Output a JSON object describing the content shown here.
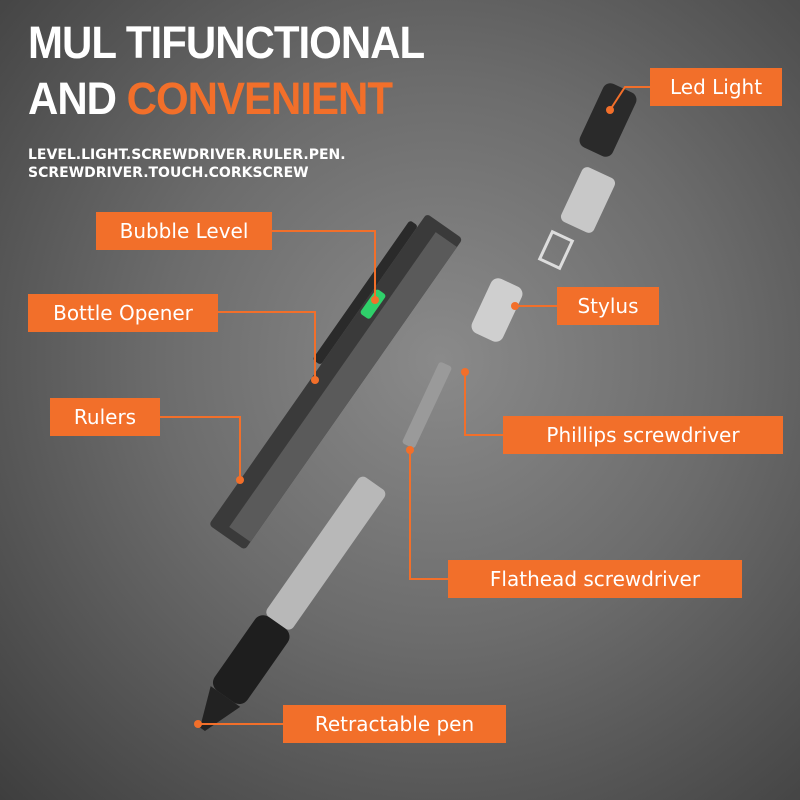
{
  "title": {
    "line1": "MUL TIFUNCTIONAL",
    "line2_white": "AND",
    "line2_accent": "CONVENIENT"
  },
  "subtitle": {
    "line1": "LEVEL.LIGHT.SCREWDRIVER.RULER.PEN.",
    "line2": "SCREWDRIVER.TOUCH.CORKSCREW"
  },
  "labels": {
    "led_light": "Led Light",
    "bubble_level": "Bubble Level",
    "bottle_opener": "Bottle Opener",
    "rulers": "Rulers",
    "stylus": "Stylus",
    "phillips": "Phillips screwdriver",
    "flathead": "Flathead screwdriver",
    "pen": "Retractable pen"
  },
  "colors": {
    "accent": "#f26f2a",
    "text": "#ffffff"
  }
}
